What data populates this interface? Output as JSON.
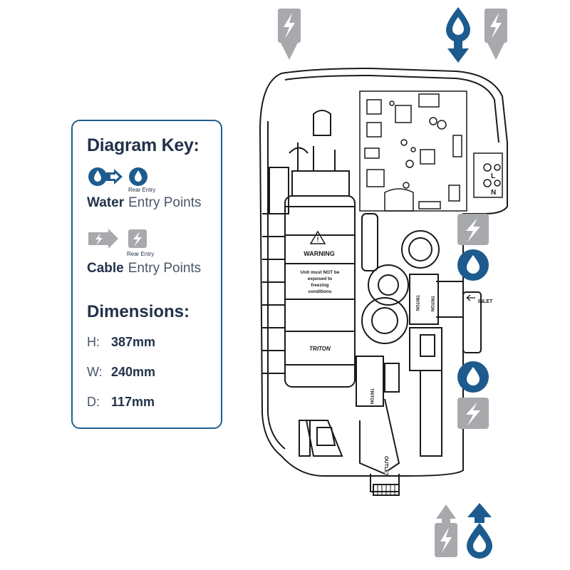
{
  "key": {
    "title": "Diagram Key:",
    "rear_entry_label_water": "Rear Entry",
    "rear_entry_label_cable": "Rear Entry",
    "water_label_bold": "Water",
    "water_label_light": "Entry Points",
    "cable_label_bold": "Cable",
    "cable_label_light": "Entry Points"
  },
  "dimensions": {
    "title": "Dimensions:",
    "items": [
      {
        "label": "H:",
        "value": "387mm"
      },
      {
        "label": "W:",
        "value": "240mm"
      },
      {
        "label": "D:",
        "value": "117mm"
      }
    ]
  },
  "unit_labels": {
    "warning": "WARNING",
    "warning_text_1": "Unit must NOT be",
    "warning_text_2": "exposed to",
    "warning_text_3": "freezing",
    "warning_text_4": "conditions",
    "brand_1": "TRITON",
    "brand_2": "TRITON",
    "brand_3": "TRITON",
    "brand_4": "TRITON",
    "inlet": "INLET",
    "outlet": "OUTLET",
    "terminal_l": "L",
    "terminal_n": "N"
  },
  "colors": {
    "water_blue": "#1d5b8f",
    "cable_grey": "#a7a9ac",
    "text_dark": "#23324a",
    "line": "#1a1a1a"
  },
  "icons": {
    "water_entry": "water-drop-icon",
    "cable_entry": "lightning-icon",
    "arrow": "arrow-icon"
  }
}
